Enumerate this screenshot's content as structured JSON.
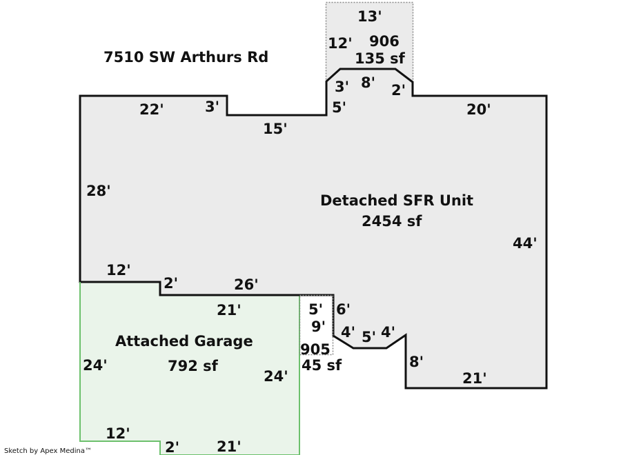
{
  "address": "7510 SW Arthurs Rd",
  "credit": "Sketch by Apex Medina™",
  "colors": {
    "house_fill": "#ebebeb",
    "house_stroke": "#111111",
    "garage_fill": "#eaf4ea",
    "garage_stroke": "#6cc06c"
  },
  "house": {
    "name": "Detached SFR Unit",
    "area": "2454 sf",
    "dims": {
      "top_left": "22'",
      "step_a": "3'",
      "recess": "15'",
      "bay_left_lower": "5'",
      "top_right": "20'",
      "left": "28'",
      "right": "44'",
      "bottom_left": "12'",
      "step_b": "2'",
      "bottom_mid": "26'",
      "notch_a": "6'",
      "notch_diag_l": "4'",
      "notch_bottom": "5'",
      "notch_diag_r": "4'",
      "notch_right": "8'",
      "bottom_right": "21'"
    }
  },
  "bay": {
    "code": "906",
    "area": "135 sf",
    "dims": {
      "top": "13'",
      "left": "12'",
      "diag_l": "3'",
      "top_inner": "8'",
      "diag_r": "2'"
    }
  },
  "nook": {
    "code": "905",
    "area": "45 sf",
    "dims": {
      "top": "5'",
      "side": "9'"
    }
  },
  "garage": {
    "name": "Attached Garage",
    "area": "792 sf",
    "dims": {
      "top": "21'",
      "left": "24'",
      "right": "24'",
      "bottom_left": "12'",
      "step": "2'",
      "bottom": "21'"
    }
  }
}
